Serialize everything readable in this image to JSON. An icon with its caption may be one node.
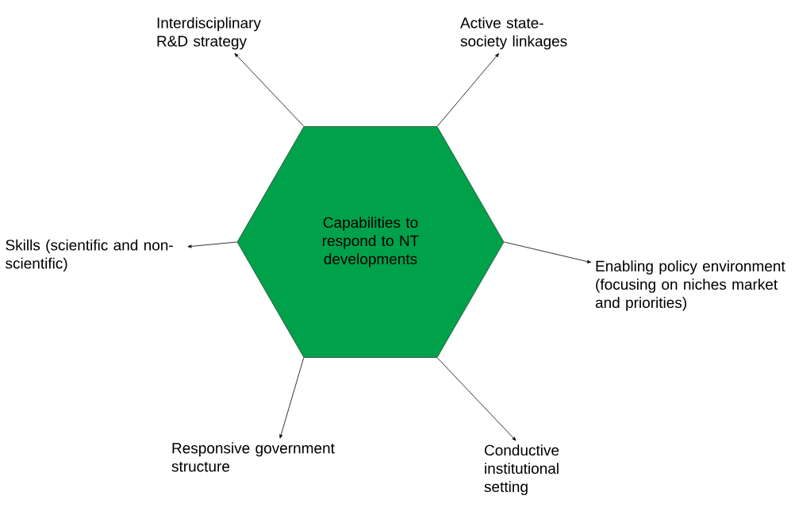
{
  "diagram": {
    "nodes": [
      {
        "text": [
          "Capabilities to respond to NT developments"
        ]
      },
      {
        "text": [
          "Interdisciplinary R&D strategy"
        ]
      },
      {
        "text": [
          "Active state-society linkages"
        ]
      },
      {
        "text": [
          "Skills (scientific and non-scientific)"
        ]
      },
      {
        "text": [
          "Enabling policy environment (focusing on niches market and priorities)"
        ]
      },
      {
        "text": [
          "Responsive government structure"
        ]
      },
      {
        "text": [
          "Conductive institutional setting"
        ]
      }
    ],
    "edges": [
      {
        "from": 0,
        "to": 1,
        "arrow": "to"
      },
      {
        "from": 0,
        "to": 2,
        "arrow": "to"
      },
      {
        "from": 0,
        "to": 3,
        "arrow": "to"
      },
      {
        "from": 0,
        "to": 4,
        "arrow": "to"
      },
      {
        "from": 0,
        "to": 5,
        "arrow": "to"
      },
      {
        "from": 0,
        "to": 6,
        "arrow": "to"
      }
    ]
  }
}
